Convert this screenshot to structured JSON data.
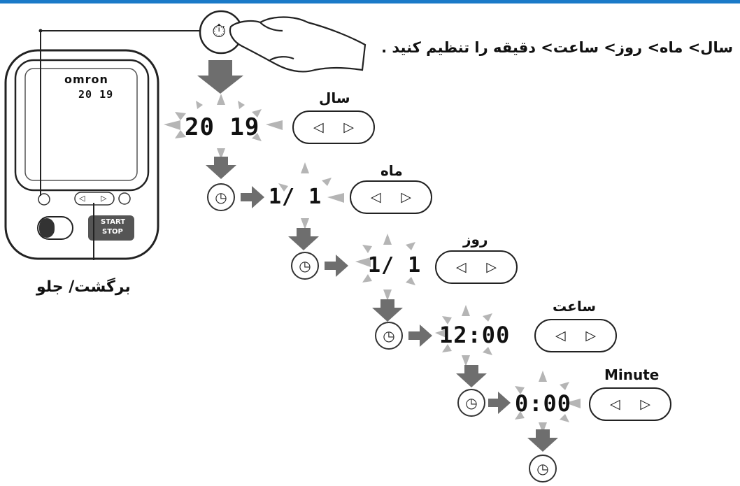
{
  "colors": {
    "accent_bar": "#1a7ac8",
    "arrow": "#6e6e6e",
    "ink": "#111111"
  },
  "instruction": "سال> ماه> روز> ساعت> دقیقه را تنظیم کنید .",
  "device": {
    "brand": "omron",
    "display_reading": "20 19",
    "start_label": "START",
    "stop_label": "STOP",
    "nav_left": "◁",
    "nav_right": "▷"
  },
  "nav_caption": "برگشت/ جلو",
  "steps": [
    {
      "label": "سال",
      "display": "20  19",
      "nav_left": "◁",
      "nav_right": "▷"
    },
    {
      "label": "ماه",
      "display": "1/   1",
      "nav_left": "◁",
      "nav_right": "▷"
    },
    {
      "label": "روز",
      "display": "1/  1",
      "nav_left": "◁",
      "nav_right": "▷"
    },
    {
      "label": "ساعت",
      "display": "12:00",
      "nav_left": "◁",
      "nav_right": "▷"
    },
    {
      "label": "Minute",
      "display": "0:00",
      "nav_left": "◁",
      "nav_right": "▷"
    }
  ],
  "icons": {
    "clock": "clock-icon",
    "hand": "pointing-hand-icon",
    "arrow": "arrow-icon"
  }
}
